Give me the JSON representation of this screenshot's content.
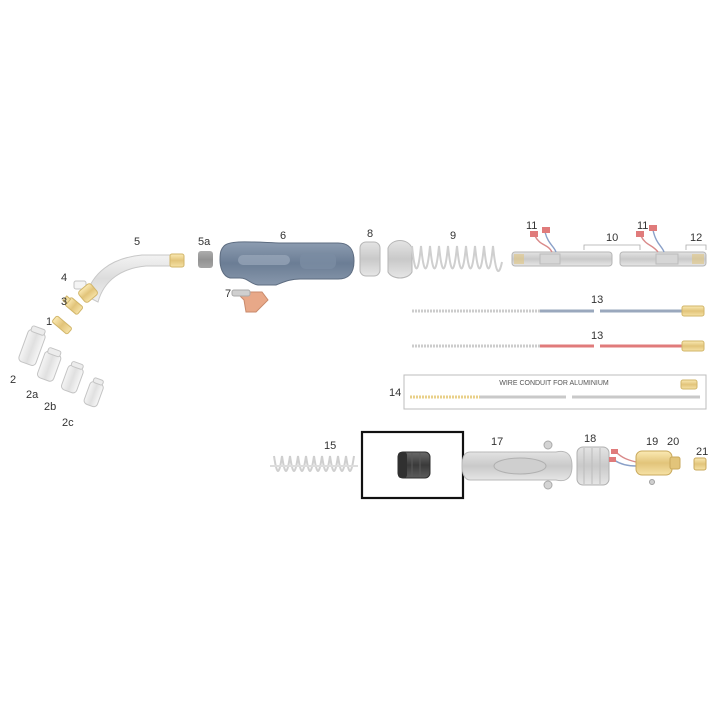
{
  "labels": {
    "p1": "1",
    "p2": "2",
    "p2a": "2a",
    "p2b": "2b",
    "p2c": "2c",
    "p3": "3",
    "p4": "4",
    "p5": "5",
    "p5a": "5a",
    "p6": "6",
    "p7": "7",
    "p8": "8",
    "p9": "9",
    "p10": "10",
    "p11a": "11",
    "p11b": "11",
    "p12": "12",
    "p13a": "13",
    "p13b": "13",
    "p14": "14",
    "p15": "15",
    "p17": "17",
    "p18": "18",
    "p19": "19",
    "p20": "20",
    "p21": "21"
  },
  "wire_conduit_box": {
    "caption": "WIRE CONDUIT FOR ALUMINIUM"
  },
  "highlighted_part": "16",
  "colors": {
    "highlight_frame": "#111111",
    "faded_gray": "#c8c8c8",
    "handle_blue": "#6d7f96",
    "brass": "#e9d08a",
    "liner_steel": "#9aa8bd",
    "liner_red": "#e07b7b",
    "dark_part": "#4a4a4a"
  }
}
